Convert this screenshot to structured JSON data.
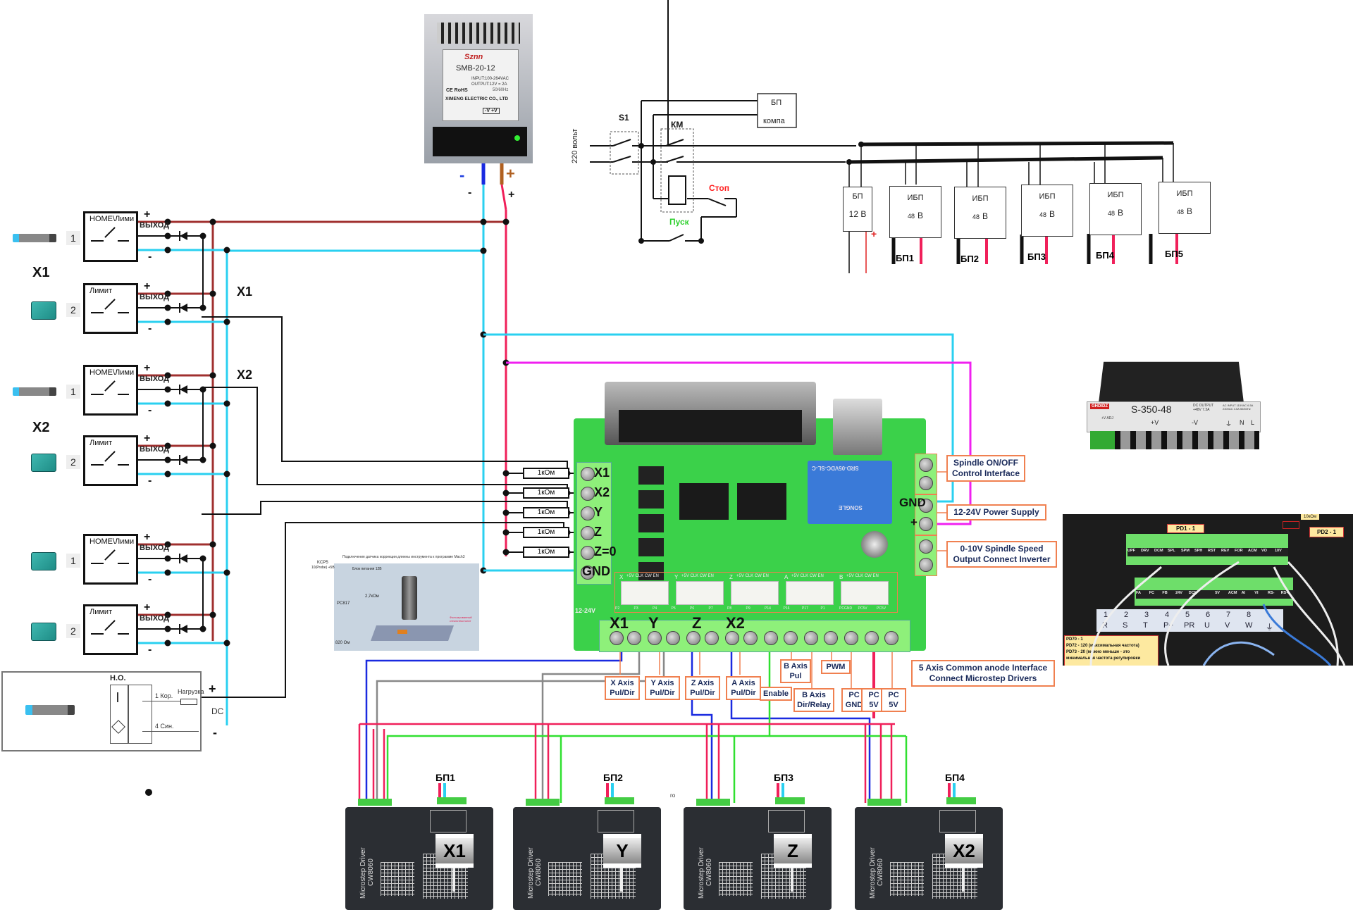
{
  "top_psu": {
    "brand": "Sznn",
    "model": "SMB-20-12",
    "input": "INPUT:100-264VAC",
    "output": "OUTPUT:12V = 2A",
    "freq": "50/60Hz",
    "cert": "CE RoHS",
    "maker": "XIMENG ELECTRIC CO., LTD",
    "terminals": "-V  +V",
    "minus_label": "-",
    "plus_label": "+",
    "minus_small": "-",
    "plus_small": "+"
  },
  "mains_schematic": {
    "voltage_label": "220 вольт",
    "s1": "S1",
    "km": "КМ",
    "pc_psu_line1": "БП",
    "pc_psu_line2": "компа",
    "stop": "Стоп",
    "start": "Пуск",
    "psu12": {
      "line1": "БП",
      "line2": "12 В",
      "plus": "+"
    },
    "ups_units": [
      {
        "title": "ИБП",
        "voltage": "48",
        "unit": "В",
        "label": "БП1"
      },
      {
        "title": "ИБП",
        "voltage": "48",
        "unit": "В",
        "label": "БП2"
      },
      {
        "title": "ИБП",
        "voltage": "48",
        "unit": "В",
        "label": "БП3"
      },
      {
        "title": "ИБП",
        "voltage": "48",
        "unit": "В",
        "label": "БП4"
      },
      {
        "title": "ИБП",
        "voltage": "48",
        "unit": "В",
        "label": "БП5"
      }
    ]
  },
  "sensors": {
    "groups": [
      {
        "axis": "X1",
        "bus_label": "X1",
        "items": [
          {
            "num": "1",
            "title": "HOME\\Лими",
            "out": "ВЫХОД",
            "plus": "+",
            "minus": "-"
          },
          {
            "num": "2",
            "title": "Лимит",
            "out": "ВЫХОД",
            "plus": "+",
            "minus": "-"
          }
        ]
      },
      {
        "axis": "X2",
        "bus_label": "X2",
        "items": [
          {
            "num": "1",
            "title": "HOME\\Лими",
            "out": "ВЫХОД",
            "plus": "+",
            "minus": "-"
          },
          {
            "num": "2",
            "title": "Лимит",
            "out": "ВЫХОД",
            "plus": "+",
            "minus": "-"
          }
        ]
      },
      {
        "axis": "",
        "bus_label": "",
        "items": [
          {
            "num": "1",
            "title": "HOME\\Лими",
            "out": "ВЫХОД",
            "plus": "+",
            "minus": "-"
          },
          {
            "num": "2",
            "title": "Лимит",
            "out": "ВЫХОД",
            "plus": "+",
            "minus": "-"
          }
        ]
      }
    ],
    "no_sensor": {
      "type": "Н.О.",
      "pin1": "1 Кор.",
      "pin4": "4 Син.",
      "load": "Нагрузка",
      "plus": "+",
      "dc": "DC",
      "minus": "-"
    }
  },
  "probe_inset": {
    "title": "Подключения датчика коррекции длинны инструмента к программе Mach3",
    "kcp5": "KCP5",
    "kcp5_pins": "10(Probe)  +5В",
    "psu": "Блок питания 12В",
    "plus": "+",
    "r1": "2,7кОм",
    "opto": "PC817",
    "r2": "820 Ом",
    "foil": "Фольгированный стеклотекстолит"
  },
  "bob": {
    "inputs": [
      {
        "label": "X1",
        "resistor": "1кОм"
      },
      {
        "label": "X2",
        "resistor": "1кОм"
      },
      {
        "label": "Y",
        "resistor": "1кОм"
      },
      {
        "label": "Z",
        "resistor": "1кОм"
      },
      {
        "label": "Z=0",
        "resistor": "1кОм"
      },
      {
        "label": "GND",
        "resistor": ""
      }
    ],
    "power_gnd": "GND",
    "power_plus": "+",
    "relay_text": "SRD-05VDC-SL-C",
    "relay_brand": "SONGLE",
    "board_label_1224": "12-24V",
    "connectors": [
      {
        "name": "X",
        "pins": "+5V CLK CW EN"
      },
      {
        "name": "Y",
        "pins": "+5V CLK CW EN"
      },
      {
        "name": "Z",
        "pins": "+5V CLK CW EN"
      },
      {
        "name": "A",
        "pins": "+5V CLK CW EN"
      },
      {
        "name": "B",
        "pins": "+5V CLK CW EN"
      }
    ],
    "pin_labels": [
      "P2",
      "P3",
      "P4",
      "P5",
      "P6",
      "P7",
      "P8",
      "P9",
      "P14",
      "P16",
      "P17",
      "P1",
      "PCGND",
      "PC5V",
      "PC5V"
    ],
    "bottom_axes": [
      "X1",
      "Y",
      "Z",
      "X2"
    ],
    "notes_right": [
      "Spindle ON/OFF Control Interface",
      "12-24V Power Supply",
      "0-10V Spindle Speed Output Connect Inverter",
      "5 Axis Common anode Interface Connect Microstep Drivers"
    ],
    "notes_bottom": [
      "X Axis Pul/Dir",
      "Y Axis Pul/Dir",
      "Z Axis Pul/Dir",
      "A Axis Pul/Dir",
      "Enable",
      "B Axis Pul",
      "B Axis Dir/Relay",
      "PWM",
      "PC GND",
      "PC 5V",
      "PC 5V"
    ]
  },
  "psu_photo": {
    "brand": "GHDIDZ",
    "model": "S-350-48",
    "dc_out": "DC OUTPUT +48V 7.3A",
    "ac_in": "AC INPUT 115VAC 6.5A 230VAC 4.5A 50/60Hz",
    "adj": "+V ADJ",
    "terms": [
      "+V",
      "-V",
      "⏚",
      "N",
      "L"
    ]
  },
  "vfd_photo": {
    "pd1": "PD1 - 1",
    "pd2": "PD2 - 1",
    "resistor": "10кОм",
    "top_terms": [
      "UPF",
      "DRV",
      "DCM",
      "SPL",
      "SPM",
      "SPH",
      "RST",
      "REV",
      "FOR",
      "ACM",
      "VO",
      "10V"
    ],
    "mid_terms": [
      "FA",
      "FC",
      "FB",
      "24V",
      "DCM",
      "",
      "5V",
      "ACM",
      "AI",
      "VI",
      "RS-",
      "RS+"
    ],
    "power_nums": [
      "1",
      "2",
      "3",
      "4",
      "5",
      "6",
      "7",
      "8",
      ""
    ],
    "power_terms": [
      "R",
      "S",
      "T",
      "P+",
      "PR",
      "U",
      "V",
      "W",
      "⏚"
    ],
    "settings": [
      "PD70 - 1",
      "PD72 - 120 (максимальная частота)",
      "PD73 - 20 (можно меньше - это",
      "минимальная частота регулировки"
    ]
  },
  "drivers": [
    {
      "axis": "X1",
      "psu": "БП1",
      "model": "Microstep Driver",
      "part": "CW8060"
    },
    {
      "axis": "Y",
      "psu": "БП2",
      "model": "Microstep Driver",
      "part": "CW8060"
    },
    {
      "axis": "Z",
      "psu": "БП3",
      "model": "Microstep Driver",
      "part": "CW8060"
    },
    {
      "axis": "X2",
      "psu": "БП4",
      "model": "Microstep Driver",
      "part": "CW8060"
    }
  ],
  "stray_text": "го",
  "colors": {
    "wire_plus": "#a0302f",
    "wire_minus": "#2ad0f0",
    "wire_red": "#f0205a",
    "wire_magenta": "#f020f0",
    "wire_blue": "#1a2ae0",
    "wire_green": "#30e030",
    "wire_gray": "#888888",
    "pcb_green": "#3bd14a",
    "note_border": "#f08050",
    "stop_red": "#ff2020",
    "start_green": "#30e030"
  }
}
